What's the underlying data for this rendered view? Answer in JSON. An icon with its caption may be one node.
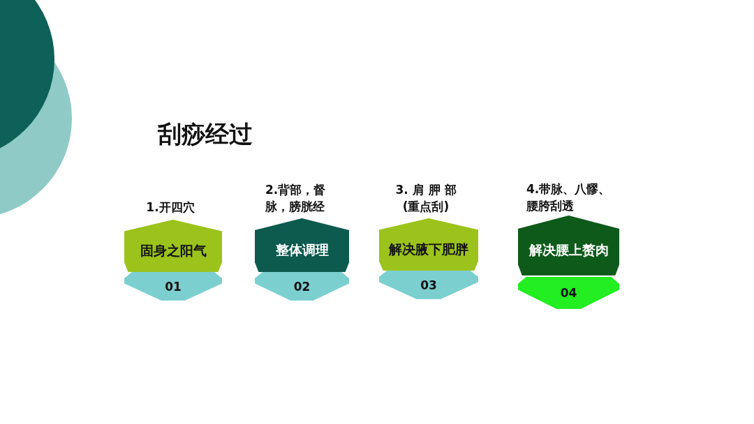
{
  "diagram": {
    "title": "刮痧经过",
    "nodes": [
      {
        "text": [
          "1.开四穴",
          "固身之阳气"
        ]
      },
      {
        "text": [
          "01"
        ]
      },
      {
        "text": [
          "2.背部，督脉，膀胱经",
          "整体调理"
        ]
      },
      {
        "text": [
          "02"
        ]
      },
      {
        "text": [
          "3. 肩 胛 部 (重点刮)",
          "解决腋下肥胖"
        ]
      },
      {
        "text": [
          "03"
        ]
      },
      {
        "text": [
          "4.带脉、八髎、腰胯刮透",
          "解决腰上赘肉"
        ]
      },
      {
        "text": [
          "04"
        ]
      }
    ]
  }
}
